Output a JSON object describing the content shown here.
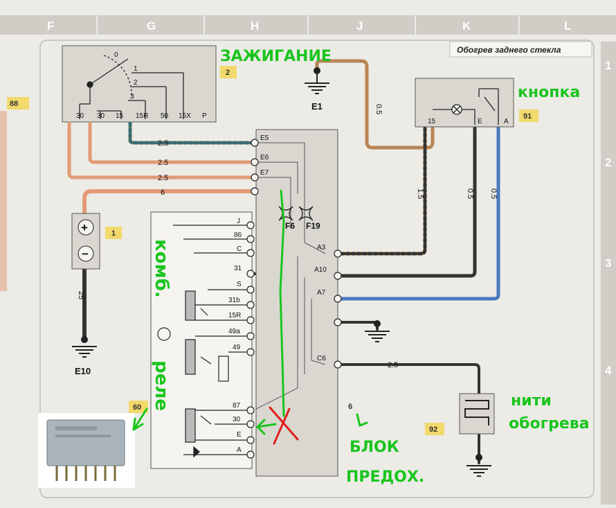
{
  "title": "Обогрев заднего стекла",
  "columns": [
    "F",
    "G",
    "H",
    "J",
    "K",
    "L"
  ],
  "rows": [
    "1",
    "2",
    "3",
    "4"
  ],
  "components": {
    "ignition_num": "2",
    "switch_num": "91",
    "battery_num": "1",
    "fusebox_num": "6",
    "relay_num": "60",
    "heater_num": "92",
    "left_num": "88"
  },
  "ignition_pins": [
    "30",
    "30",
    "15",
    "15R",
    "50",
    "15X",
    "P"
  ],
  "ignition_positions": [
    "0",
    "1",
    "2",
    "3"
  ],
  "switch_pins": [
    "15",
    "E",
    "A"
  ],
  "fusebox_pins_left": [
    "E5",
    "E6",
    "E7"
  ],
  "fusebox_pins_right": [
    "A3",
    "A10",
    "A7",
    "C6"
  ],
  "fuses": [
    "F6",
    "F19"
  ],
  "relay_pins": [
    "J",
    "86",
    "C",
    "31",
    "S",
    "31b",
    "15R",
    "49a",
    "49",
    "87",
    "30",
    "E",
    "A"
  ],
  "grounds": [
    "E1",
    "E10"
  ],
  "wire_sizes": {
    "e5": "2.5",
    "e6": "2.5",
    "e7": "2.5",
    "batt": "6",
    "e1": "0.5",
    "sw15": "1.5",
    "swE": "0.5",
    "swA": "0.5",
    "e10": "25",
    "c6": "2.5"
  },
  "battery_symbols": [
    "+",
    "−"
  ],
  "annotations": {
    "ignition": "ЗАЖИГАНИЕ",
    "button": "кнопка",
    "relay_v1": "комб.",
    "relay_v2": "реле",
    "heater_1": "нити",
    "heater_2": "обогрева",
    "fuse_1": "БЛОК",
    "fuse_2": "ПРЕДОХ."
  },
  "colors": {
    "page": "#ecebe6",
    "wire_orange": "#e29a76",
    "wire_brown": "#b88455",
    "wire_black": "#333333",
    "wire_blue": "#4a78c0",
    "wire_yellow": "#e0b33a",
    "annotation_green": "#19c51d",
    "annotation_red": "#e0201c",
    "label_box": "#f2d96b"
  }
}
